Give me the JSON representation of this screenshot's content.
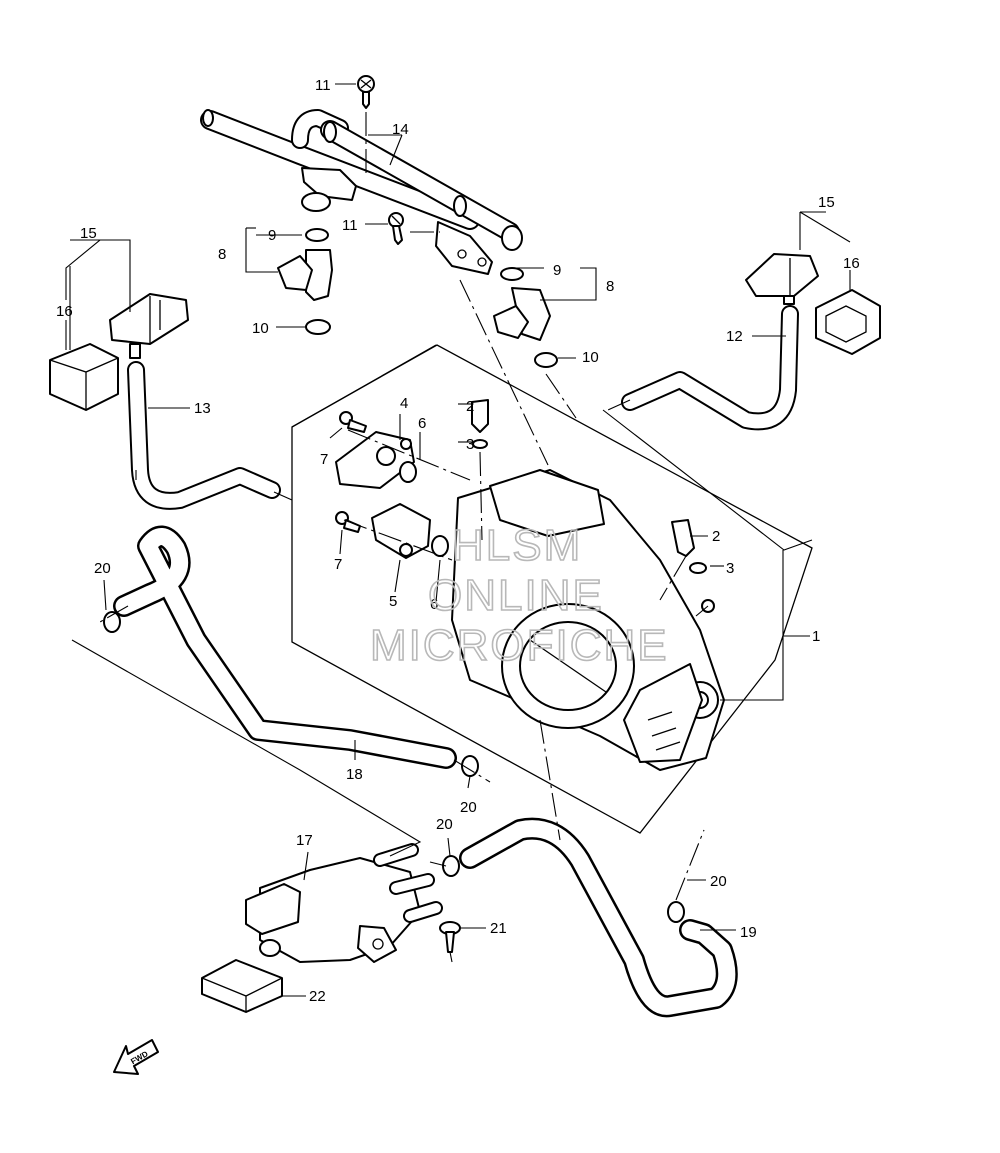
{
  "watermark": {
    "line1": "HLSM",
    "line2": "ONLINE",
    "line3": "MICROFICHE"
  },
  "fwd_label": "FWD",
  "callouts": {
    "c1": "1",
    "c2a": "2",
    "c2b": "2",
    "c3a": "3",
    "c3b": "3",
    "c4": "4",
    "c5": "5",
    "c6a": "6",
    "c6b": "6",
    "c7a": "7",
    "c7b": "7",
    "c8a": "8",
    "c8b": "8",
    "c9a": "9",
    "c9b": "9",
    "c10a": "10",
    "c10b": "10",
    "c11a": "11",
    "c11b": "11",
    "c12": "12",
    "c13": "13",
    "c14": "14",
    "c15a": "15",
    "c15b": "15",
    "c16a": "16",
    "c16b": "16",
    "c17": "17",
    "c18": "18",
    "c19": "19",
    "c20a": "20",
    "c20b": "20",
    "c20c": "20",
    "c20d": "20",
    "c21": "21",
    "c22": "22"
  }
}
